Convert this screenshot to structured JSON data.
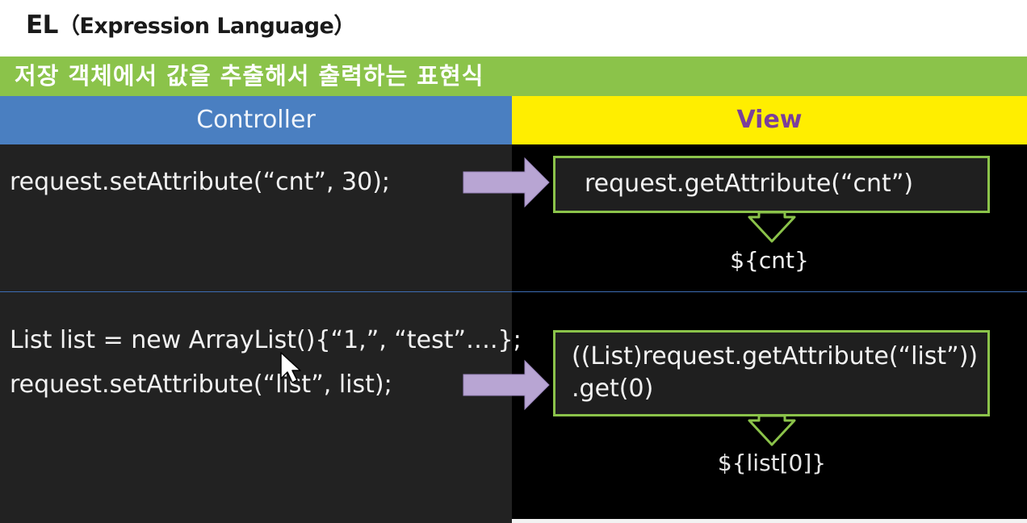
{
  "slide": {
    "title_main": "EL",
    "title_sub": "（Expression Language）",
    "banner": "저장 객체에서 값을 추출해서 출력하는 표현식",
    "columns": {
      "controller": "Controller",
      "view": "View"
    }
  },
  "examples": [
    {
      "controller_lines": [
        "request.setAttribute(“cnt”, 30);"
      ],
      "view_box_lines": [
        "request.getAttribute(“cnt”)"
      ],
      "el_expression": "${cnt}"
    },
    {
      "controller_lines": [
        "List list = new ArrayList(){“1,”, “test”….};",
        "request.setAttribute(“list”, list);"
      ],
      "view_box_lines": [
        "((List)request.getAttribute(“list”))",
        ".get(0)"
      ],
      "el_expression": "${list[0]}"
    }
  ],
  "colors": {
    "banner": "#8bc34a",
    "controller_header": "#4a7fc1",
    "view_header": "#ffee00",
    "view_text": "#7a3f9b",
    "arrow": "#b8a5d3",
    "box_border": "#8bc34a"
  },
  "icons": [
    "right-arrow-icon",
    "down-arrow-icon",
    "mouse-cursor-icon"
  ]
}
